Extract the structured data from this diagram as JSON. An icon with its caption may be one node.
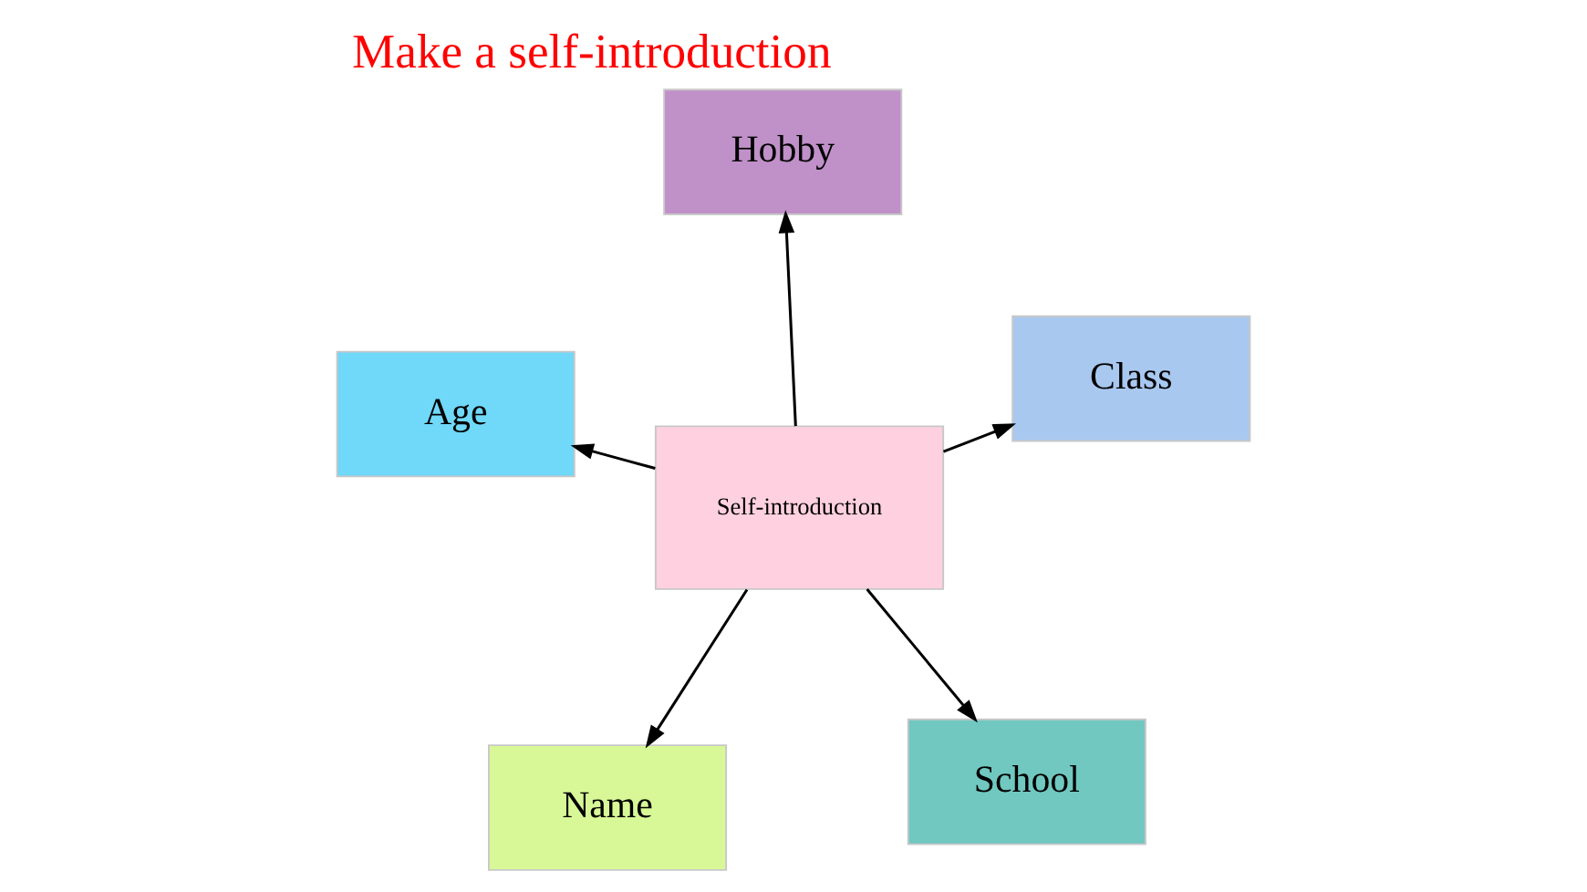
{
  "diagram": {
    "title": "Make a self-introduction",
    "nodes": [
      {
        "text": [
          "Self-introduction"
        ]
      },
      {
        "text": [
          "School"
        ]
      },
      {
        "text": [
          "Name"
        ]
      },
      {
        "text": [
          "Age"
        ]
      },
      {
        "text": [
          "Class"
        ]
      },
      {
        "text": [
          "Hobby"
        ]
      }
    ],
    "edges": [
      {
        "from": 0,
        "to": 1,
        "arrow": "to"
      },
      {
        "from": 0,
        "to": 2,
        "arrow": "to"
      },
      {
        "from": 0,
        "to": 3,
        "arrow": "to"
      },
      {
        "from": 0,
        "to": 4,
        "arrow": "to"
      },
      {
        "from": 0,
        "to": 5,
        "arrow": "to"
      }
    ]
  }
}
